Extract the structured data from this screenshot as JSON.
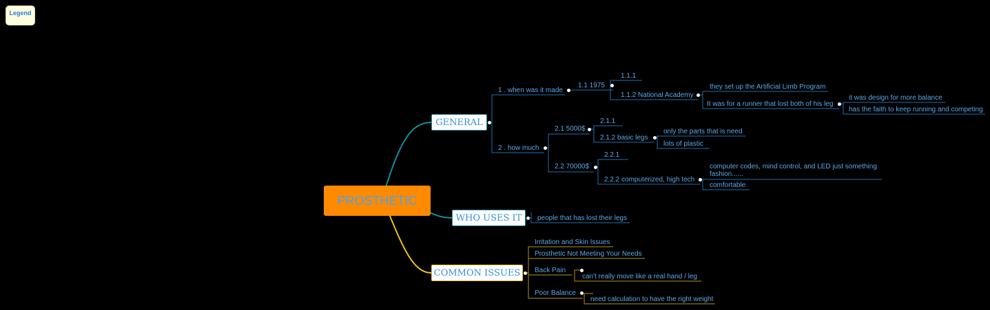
{
  "legend": "Legend",
  "center": "PROSTHETIC",
  "branches": {
    "general": "GENERAL",
    "who_uses_it": "WHO USES IT",
    "common_issues": "COMMON ISSUES"
  },
  "topics": {
    "when": "1 . when was it made",
    "y1975": "1.1  1975",
    "n111": "1.1.1",
    "academy": "1.1.2  National Academy",
    "program": "they set up the Artificial Limb Program",
    "runner": "It was for a runner that lost both of his leg",
    "balance": "it was design for more balance",
    "faith": "has the faith to keep running and competing",
    "howmuch": "2 . how much",
    "p5000": "2.1  5000$",
    "n211": "2.1.1",
    "basic": "2.1.2  basic legs",
    "parts": "only the parts that is need",
    "plastic": "lots of plastic",
    "p70000": "2.2  70000$",
    "n221": "2.2.1",
    "computerized": "2.2.2  computerized, high tech",
    "codes": "computer codes, mind control, and  LED just something fashion......",
    "comfortable": "comfortable",
    "people": "people that has lost their legs",
    "irritation": "Irritation and Skin Issues",
    "notmeeting": "Prosthetic Not Meeting Your Needs",
    "backpain": "Back Pain",
    "cantmove": "can't really move like a real hand / leg",
    "poorbalance": "Poor Balance",
    "calc": "need calculation to have the right weight"
  },
  "colors": {
    "background": "#000000",
    "center_fill": "#ff8a00",
    "text": "#5aa8e6",
    "general_branch": "#138f9c",
    "who_branch": "#1a8fa0",
    "issues_branch": "#f0c020",
    "topic_line_blue": "#1c6fb0",
    "topic_line_yellow": "#b8941a"
  }
}
